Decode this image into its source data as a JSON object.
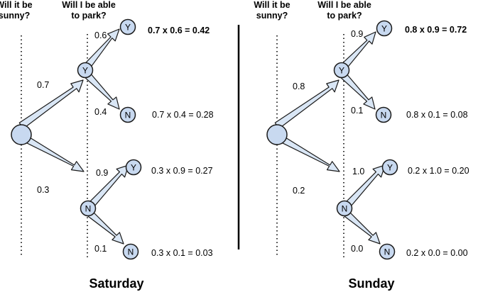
{
  "colors": {
    "arrow_fill": "#d9e6f5",
    "node_fill": "#c8d9f0",
    "stroke": "#1a1a1a"
  },
  "trees": [
    {
      "day": "Saturday",
      "header_sunny": [
        "Will it be",
        "sunny?"
      ],
      "header_park": [
        "Will I be able",
        "to park?"
      ],
      "node_labels": {
        "y": "Y",
        "n": "N"
      },
      "p_sunny": "0.7",
      "p_not_sunny": "0.3",
      "p_y_y": "0.6",
      "p_y_n": "0.4",
      "p_n_y": "0.9",
      "p_n_n": "0.1",
      "results": [
        "0.7 x 0.6 = 0.42",
        "0.7 x 0.4 = 0.28",
        "0.3 x 0.9 = 0.27",
        "0.3 x 0.1 = 0.03"
      ]
    },
    {
      "day": "Sunday",
      "header_sunny": [
        "Will it be",
        "sunny?"
      ],
      "header_park": [
        "Will I be able",
        "to park?"
      ],
      "node_labels": {
        "y": "Y",
        "n": "N"
      },
      "p_sunny": "0.8",
      "p_not_sunny": "0.2",
      "p_y_y": "0.9",
      "p_y_n": "0.1",
      "p_n_y": "1.0",
      "p_n_n": "0.0",
      "results": [
        "0.8 x 0.9 = 0.72",
        "0.8 x 0.1 = 0.08",
        "0.2 x 1.0 = 0.20",
        "0.2 x 0.0 = 0.00"
      ]
    }
  ]
}
